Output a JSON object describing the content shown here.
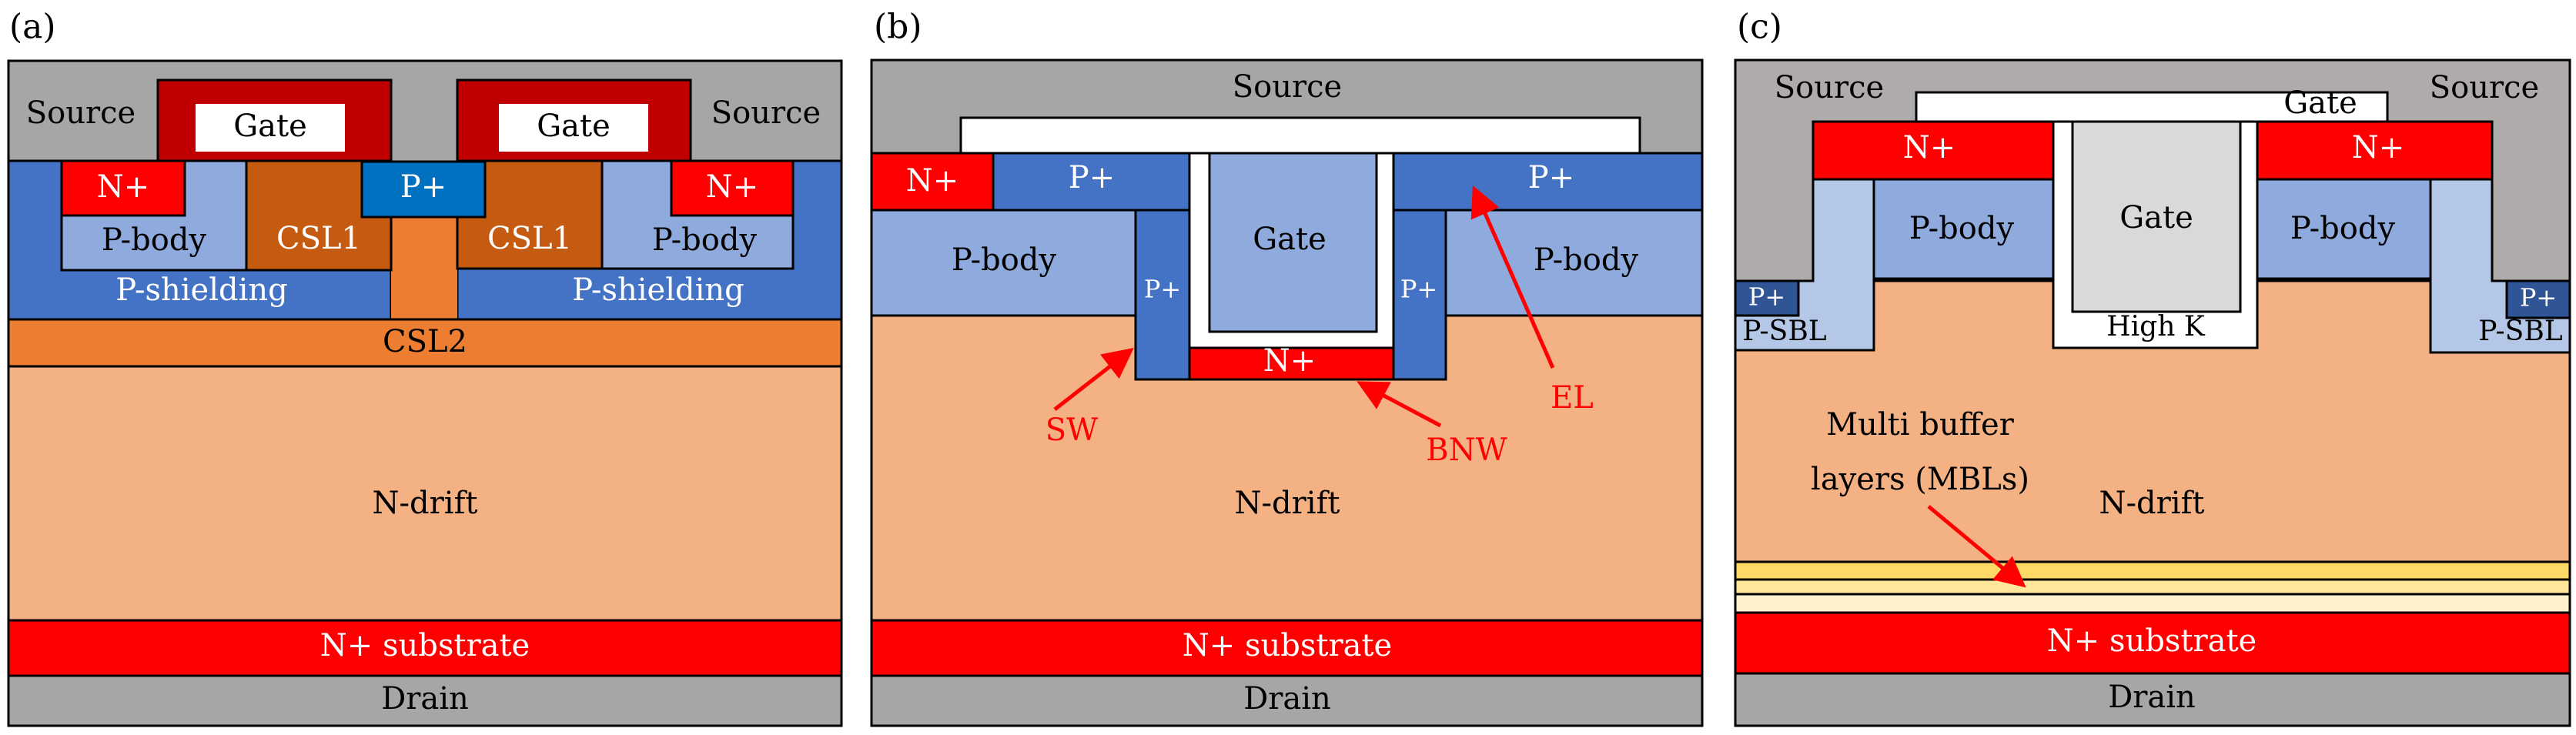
{
  "colors": {
    "source": "#a6a6a6",
    "source_c": "#afabaa",
    "gate_outer": "#c00000",
    "gate_white": "#ffffff",
    "n_plus": "#ff0000",
    "p_plus_a": "#0070c0",
    "p_plus": "#4472c4",
    "p_plus_c": "#2f5597",
    "p_body": "#8faadc",
    "p_sbl": "#b4c7e7",
    "p_shielding": "#4472c4",
    "csl1": "#c55a11",
    "csl2": "#ed7d31",
    "n_drift": "#f4b183",
    "gate_b": "#8faadc",
    "gate_c": "#d9d9d9",
    "mbl1": "#ffd966",
    "mbl2": "#ffe699",
    "mbl3": "#fff2cc",
    "drain": "#a6a6a6",
    "annotation": "#ff0000",
    "text_dark": "#000000",
    "text_light": "#ffffff"
  },
  "panels": [
    {
      "id": "a",
      "label": "(a)",
      "regions": [
        {
          "name": "source",
          "text": "Source",
          "color": "source"
        },
        {
          "name": "gate-left",
          "text": "Gate",
          "color": "gate_outer"
        },
        {
          "name": "gate-right",
          "text": "Gate",
          "color": "gate_outer"
        },
        {
          "name": "n-plus-left",
          "text": "N+",
          "color": "n_plus"
        },
        {
          "name": "n-plus-right",
          "text": "N+",
          "color": "n_plus"
        },
        {
          "name": "p-plus-center",
          "text": "P+",
          "color": "p_plus_a"
        },
        {
          "name": "p-body-left",
          "text": "P-body",
          "color": "p_body"
        },
        {
          "name": "p-body-right",
          "text": "P-body",
          "color": "p_body"
        },
        {
          "name": "csl1-left",
          "text": "CSL1",
          "color": "csl1"
        },
        {
          "name": "csl1-right",
          "text": "CSL1",
          "color": "csl1"
        },
        {
          "name": "p-shielding-left",
          "text": "P-shielding",
          "color": "p_shielding"
        },
        {
          "name": "p-shielding-right",
          "text": "P-shielding",
          "color": "p_shielding"
        },
        {
          "name": "csl2",
          "text": "CSL2",
          "color": "csl2"
        },
        {
          "name": "n-drift",
          "text": "N-drift",
          "color": "n_drift"
        },
        {
          "name": "n-plus-substrate",
          "text": "N+ substrate",
          "color": "n_plus"
        },
        {
          "name": "drain",
          "text": "Drain",
          "color": "drain"
        }
      ]
    },
    {
      "id": "b",
      "label": "(b)",
      "regions": [
        {
          "name": "source",
          "text": "Source",
          "color": "source"
        },
        {
          "name": "n-plus-left",
          "text": "N+",
          "color": "n_plus"
        },
        {
          "name": "p-plus-left",
          "text": "P+",
          "color": "p_plus"
        },
        {
          "name": "p-plus-right",
          "text": "P+",
          "color": "p_plus"
        },
        {
          "name": "p-body-left",
          "text": "P-body",
          "color": "p_body"
        },
        {
          "name": "p-body-right",
          "text": "P-body",
          "color": "p_body"
        },
        {
          "name": "p-plus-side-left",
          "text": "P+",
          "color": "p_plus"
        },
        {
          "name": "p-plus-side-right",
          "text": "P+",
          "color": "p_plus"
        },
        {
          "name": "gate",
          "text": "Gate",
          "color": "gate_b"
        },
        {
          "name": "n-plus-bottom",
          "text": "N+",
          "color": "n_plus"
        },
        {
          "name": "n-drift",
          "text": "N-drift",
          "color": "n_drift"
        },
        {
          "name": "n-plus-substrate",
          "text": "N+ substrate",
          "color": "n_plus"
        },
        {
          "name": "drain",
          "text": "Drain",
          "color": "drain"
        }
      ],
      "annotations": [
        {
          "name": "sw",
          "text": "SW"
        },
        {
          "name": "bnw",
          "text": "BNW"
        },
        {
          "name": "el",
          "text": "EL"
        }
      ]
    },
    {
      "id": "c",
      "label": "(c)",
      "regions": [
        {
          "name": "source-left",
          "text": "Source",
          "color": "source_c"
        },
        {
          "name": "source-right",
          "text": "Source",
          "color": "source_c"
        },
        {
          "name": "gate-top",
          "text": "Gate",
          "color": "gate_white"
        },
        {
          "name": "n-plus-left",
          "text": "N+",
          "color": "n_plus"
        },
        {
          "name": "n-plus-right",
          "text": "N+",
          "color": "n_plus"
        },
        {
          "name": "p-body-left",
          "text": "P-body",
          "color": "p_body"
        },
        {
          "name": "p-body-right",
          "text": "P-body",
          "color": "p_body"
        },
        {
          "name": "gate",
          "text": "Gate",
          "color": "gate_c"
        },
        {
          "name": "high-k",
          "text": "High K",
          "color": "gate_white"
        },
        {
          "name": "p-plus-left",
          "text": "P+",
          "color": "p_plus_c"
        },
        {
          "name": "p-plus-right",
          "text": "P+",
          "color": "p_plus_c"
        },
        {
          "name": "p-sbl-left",
          "text": "P-SBL",
          "color": "p_sbl"
        },
        {
          "name": "p-sbl-right",
          "text": "P-SBL",
          "color": "p_sbl"
        },
        {
          "name": "n-drift",
          "text": "N-drift",
          "color": "n_drift"
        },
        {
          "name": "mbl-1",
          "text": "",
          "color": "mbl1"
        },
        {
          "name": "mbl-2",
          "text": "",
          "color": "mbl2"
        },
        {
          "name": "mbl-3",
          "text": "",
          "color": "mbl3"
        },
        {
          "name": "n-plus-substrate",
          "text": "N+ substrate",
          "color": "n_plus"
        },
        {
          "name": "drain",
          "text": "Drain",
          "color": "drain"
        }
      ],
      "annotations": [
        {
          "name": "mbl",
          "lines": [
            "Multi buffer",
            "layers (MBLs)"
          ]
        }
      ]
    }
  ]
}
